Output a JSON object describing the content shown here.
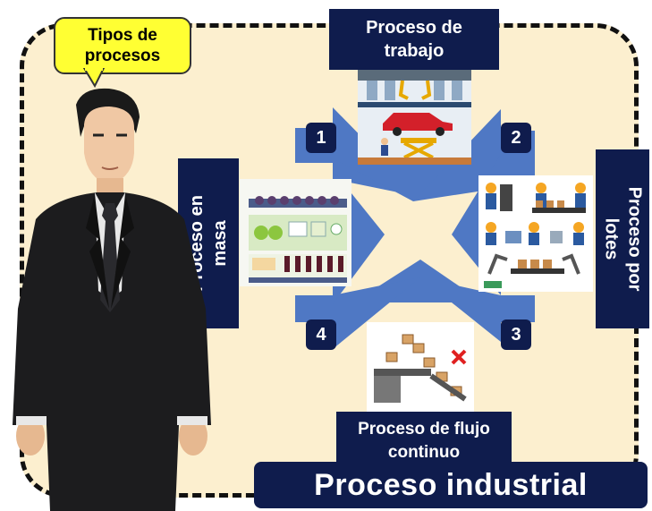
{
  "bubble": {
    "text_line1": "Tipos de",
    "text_line2": "procesos"
  },
  "top_label": {
    "line1": "Proceso de",
    "line2": "trabajo"
  },
  "left_label": {
    "line1": "Proceso en",
    "line2": "masa"
  },
  "right_label": {
    "line1": "Proceso por",
    "line2": "lotes"
  },
  "bottom_label": {
    "line1": "Proceso de flujo",
    "line2": "continuo"
  },
  "main_title": "Proceso industrial",
  "numbers": [
    "1",
    "2",
    "3",
    "4"
  ],
  "colors": {
    "navy": "#0f1c4d",
    "arrow_blue": "#4f78c4",
    "background": "#fcefcf",
    "bubble": "#ffff33"
  }
}
